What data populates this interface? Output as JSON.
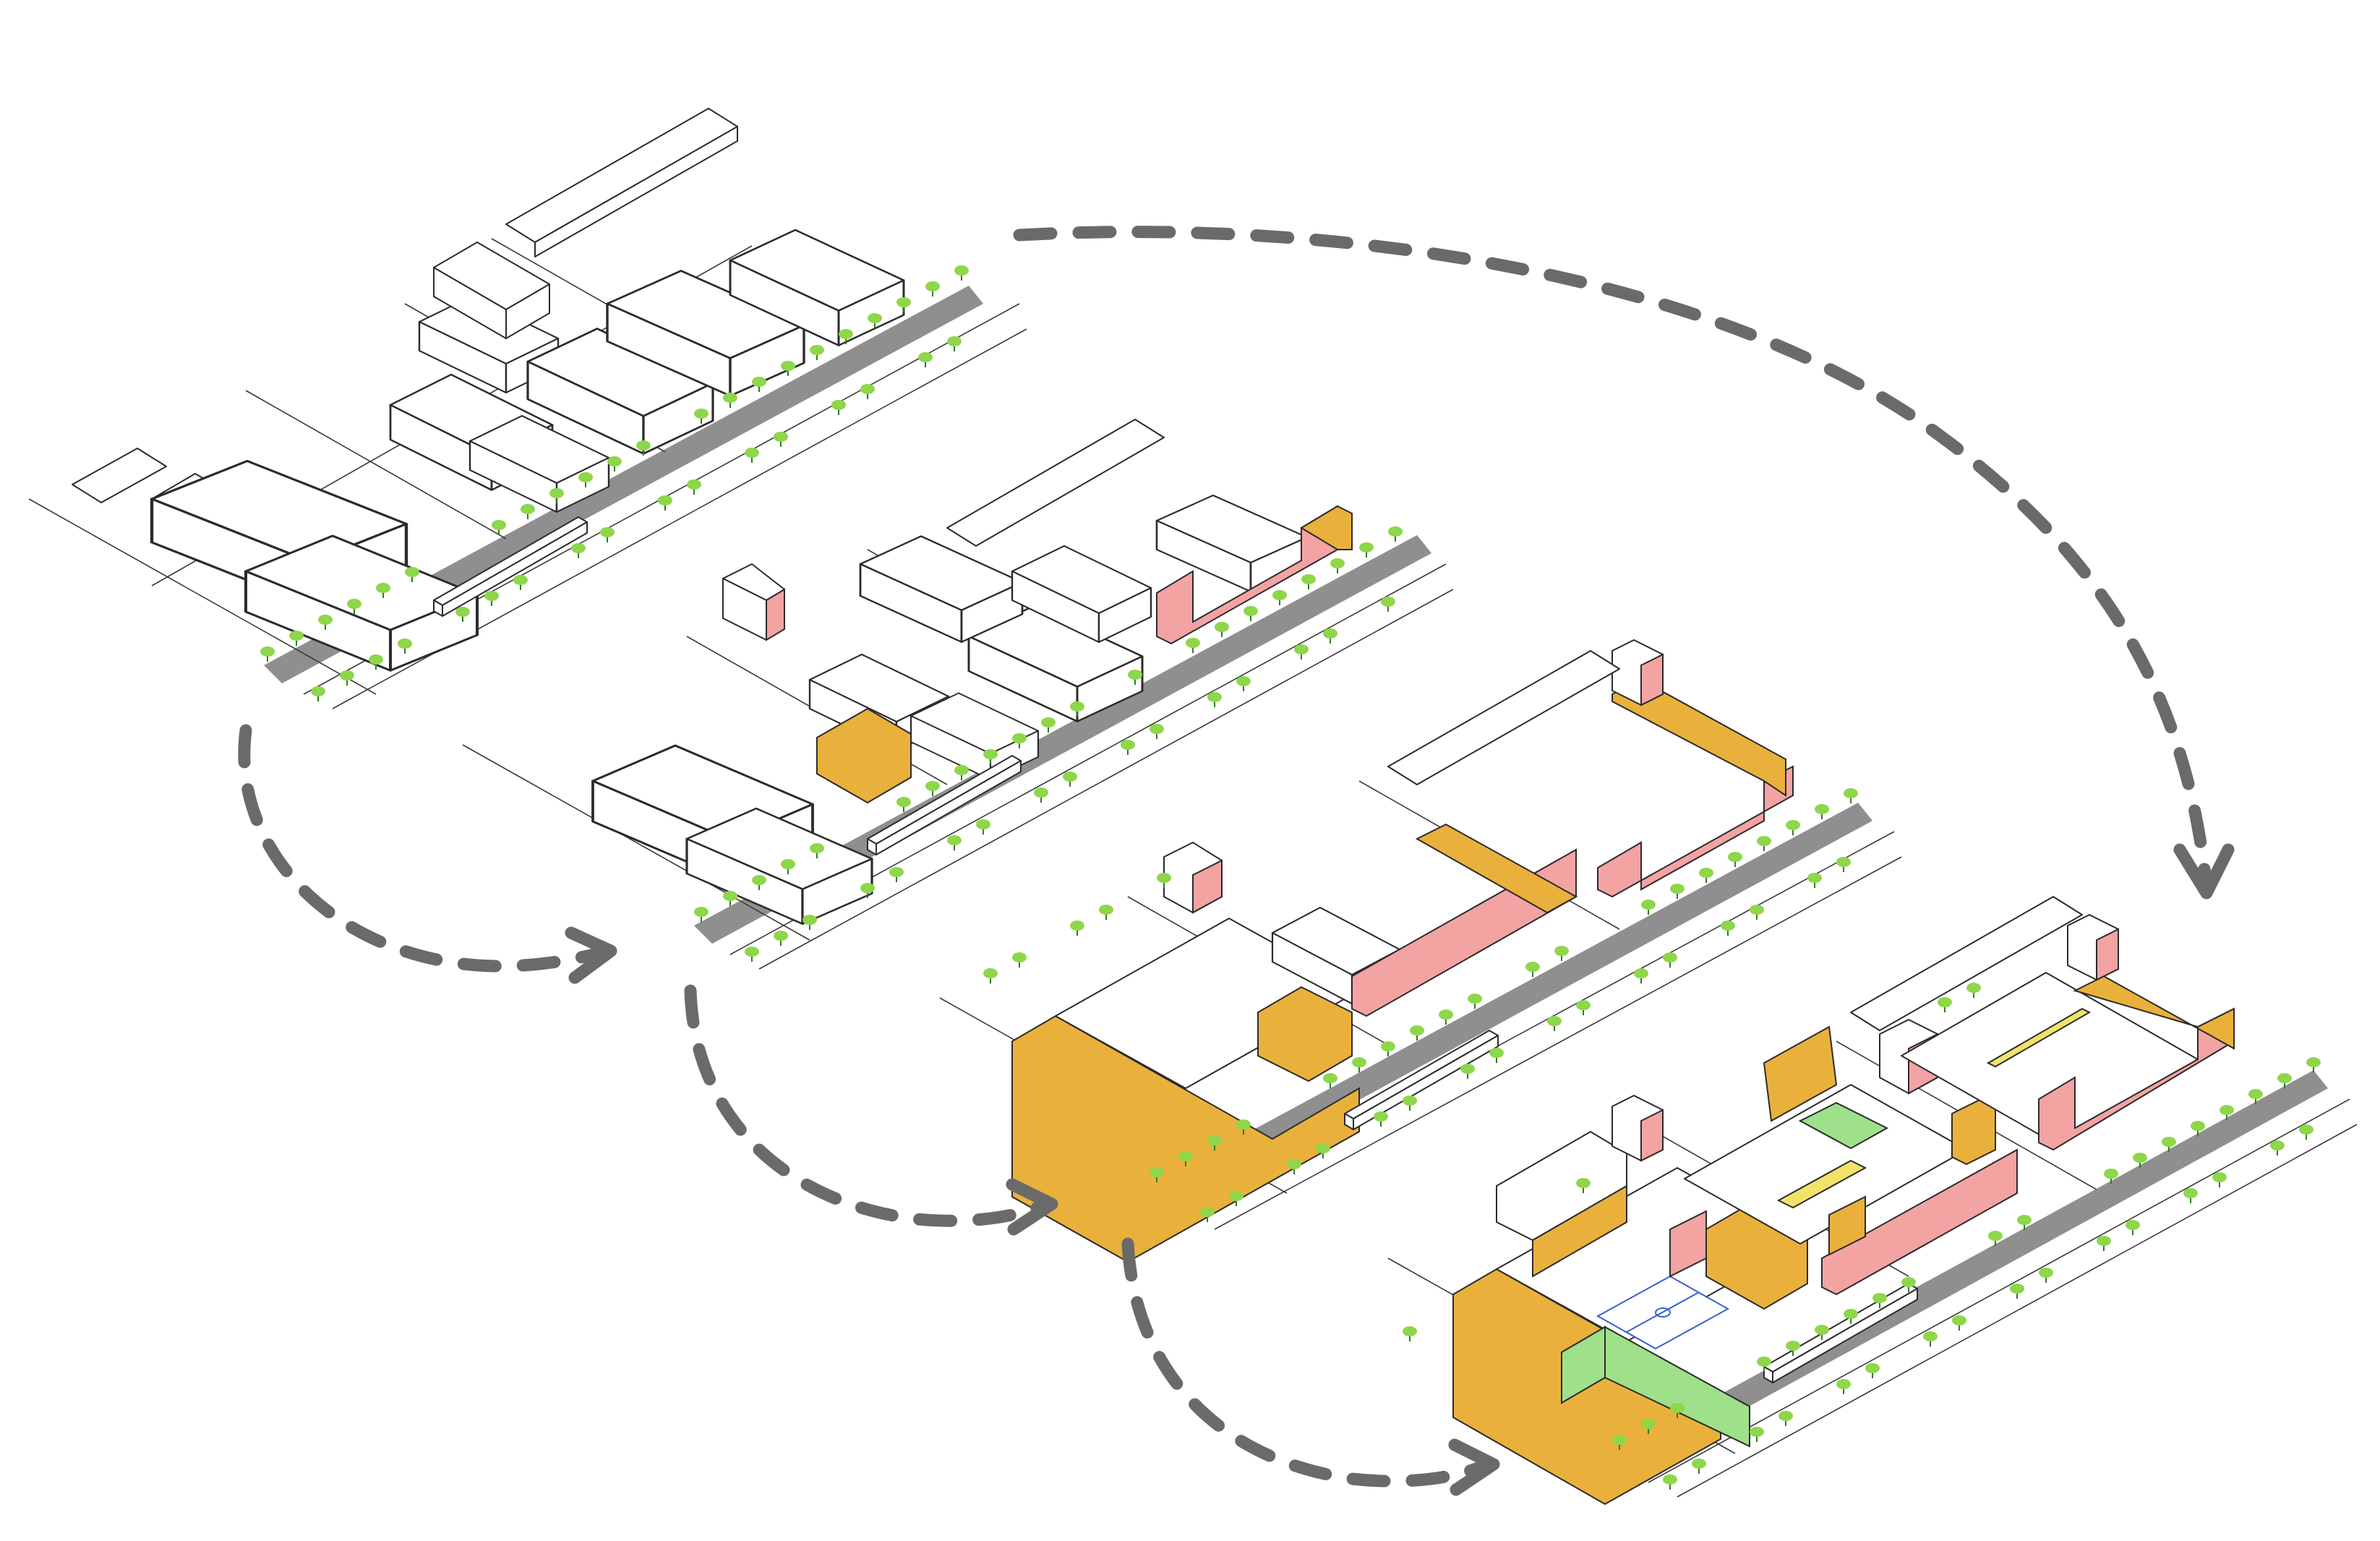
{
  "diagram": {
    "panels": [
      {
        "id": "stage-1",
        "description_visible": false
      },
      {
        "id": "stage-2",
        "description_visible": false
      },
      {
        "id": "stage-3",
        "description_visible": false
      },
      {
        "id": "stage-4",
        "description_visible": false
      }
    ],
    "colors": {
      "background": "#ffffff",
      "linework": "#2b2b2b",
      "road": "#8f8f8f",
      "tree": "#8ed64a",
      "tree_dark": "#2f7d1f",
      "residential_yellow": "#e9b13c",
      "commercial_pink": "#f4a3a3",
      "green_space": "#9fe08a",
      "light_yellow": "#f1e36a",
      "arrow": "#6a6a6a",
      "field_blue": "#3a5fd0"
    },
    "icons": [
      "tram-icon",
      "tree-icon",
      "dashed-arrow-icon"
    ]
  }
}
